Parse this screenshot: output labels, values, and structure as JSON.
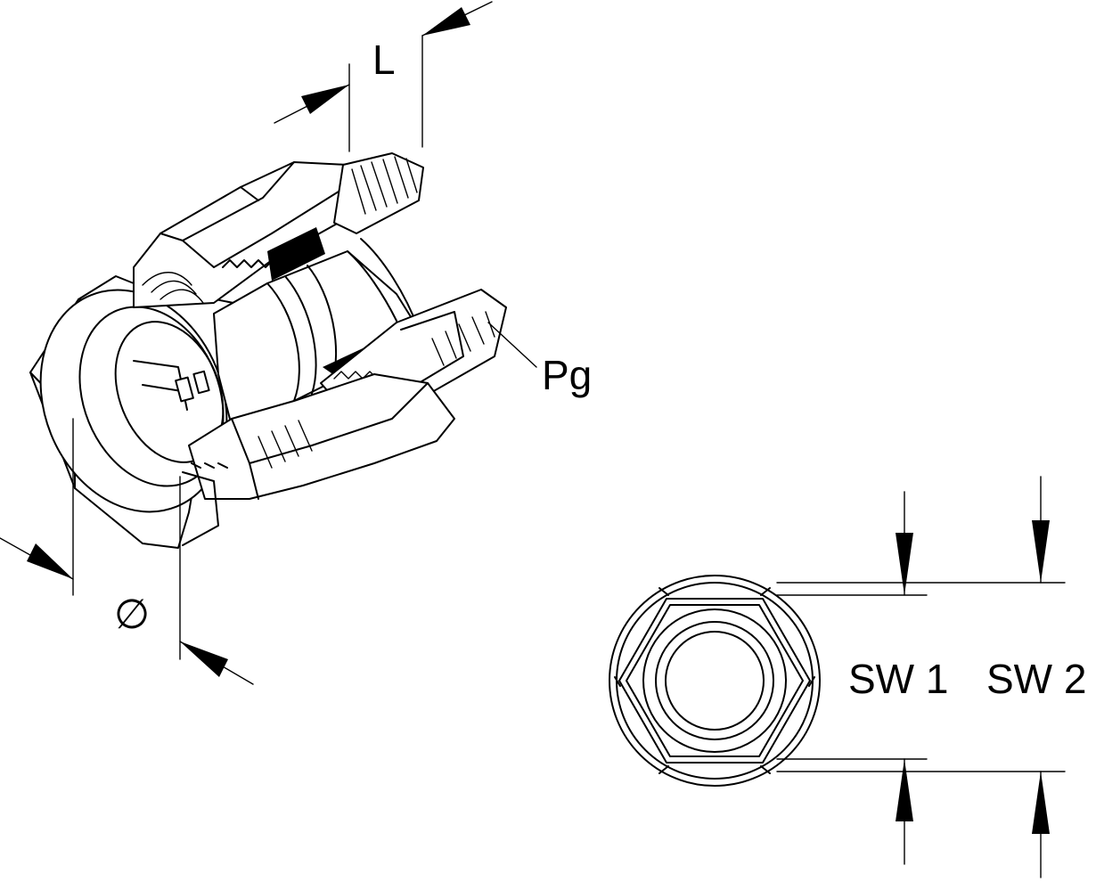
{
  "labels": {
    "length": "L",
    "thread": "Pg",
    "diameter": "∅",
    "sw1": "SW 1",
    "sw2": "SW 2"
  }
}
